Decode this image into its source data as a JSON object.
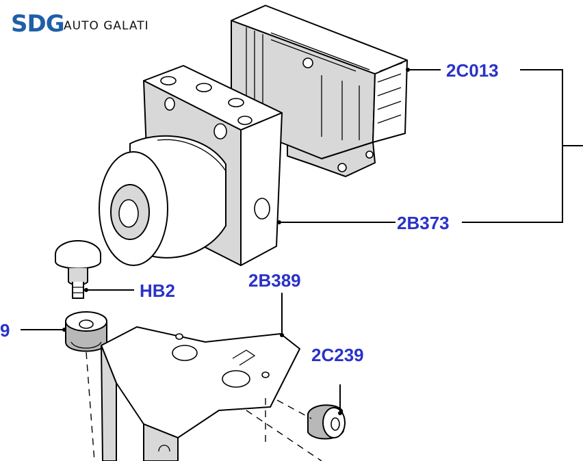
{
  "logo": {
    "brand": "SDG",
    "name": "AUTO GALATI"
  },
  "colors": {
    "logo_blue": "#1f5fa8",
    "callout_blue": "#2a32c8",
    "line": "#000000"
  },
  "callouts": {
    "hcu_module": "2C013",
    "abs_unit": "2B373",
    "bracket": "2B389",
    "bolt": "HB2",
    "grommet": "2C239",
    "left_cut": "9"
  }
}
